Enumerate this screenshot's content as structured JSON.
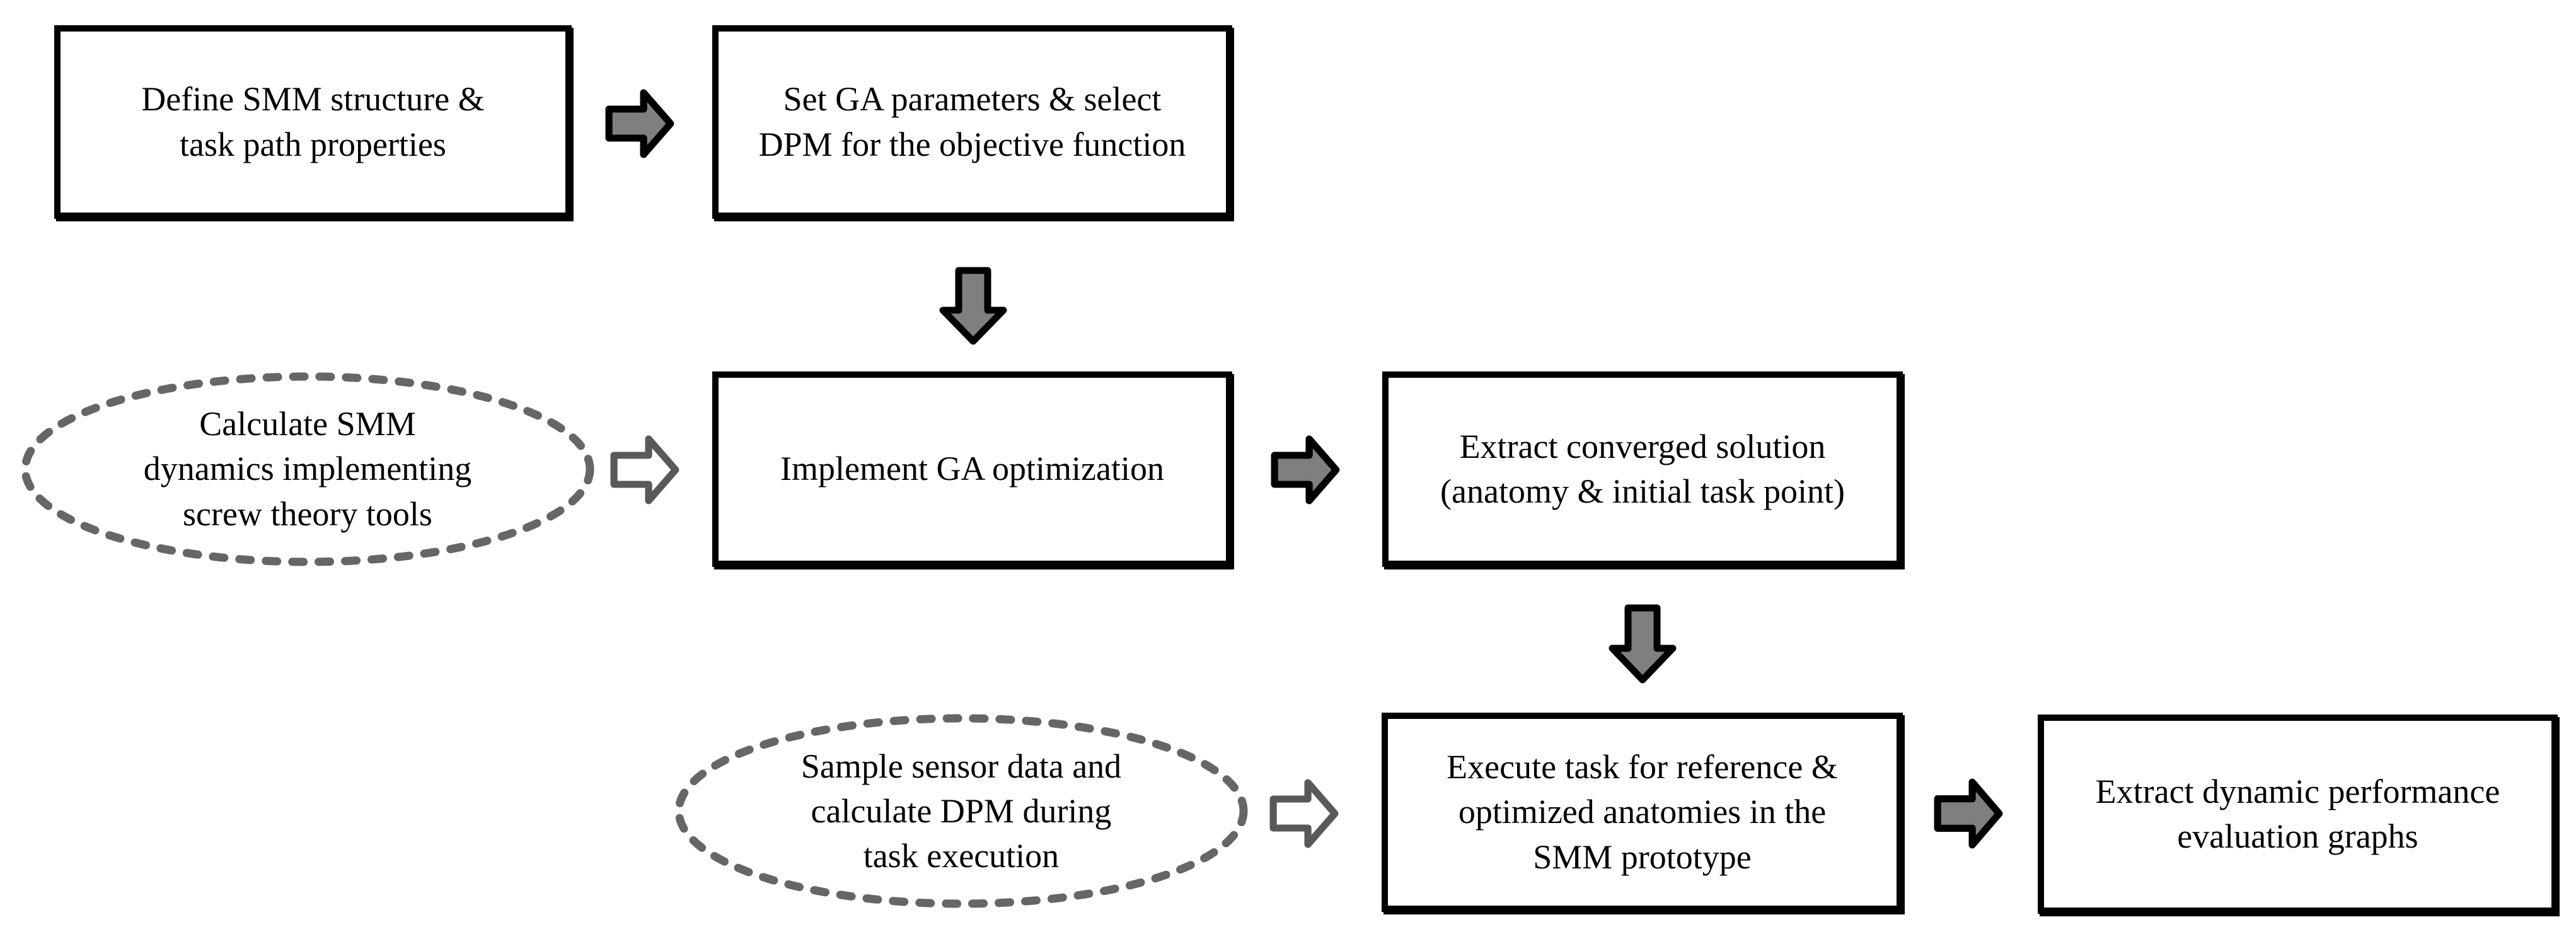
{
  "figure": {
    "title": "SMM optimization and evaluation flowchart",
    "background": "#ffffff",
    "colors": {
      "box_border": "#000000",
      "text": "#000000",
      "arrow_fill": "#7f7f7f",
      "arrow_outline": "#000000",
      "hollow_arrow_fill": "#ffffff",
      "hollow_arrow_outline": "#595959",
      "ellipse_dash": "#666666"
    },
    "nodes": {
      "box1": {
        "shape": "rectangle",
        "text": "Define SMM structure &\ntask path properties"
      },
      "box2": {
        "shape": "rectangle",
        "text": "Set GA parameters & select\nDPM for the objective function"
      },
      "ellipse1": {
        "shape": "dashed-ellipse",
        "text": "Calculate SMM\ndynamics implementing\nscrew theory tools"
      },
      "box3": {
        "shape": "rectangle",
        "text": "Implement GA optimization"
      },
      "box4": {
        "shape": "rectangle",
        "text": "Extract converged solution\n(anatomy & initial task point)"
      },
      "ellipse2": {
        "shape": "dashed-ellipse",
        "text": "Sample sensor data and\ncalculate DPM during\ntask execution"
      },
      "box5": {
        "shape": "rectangle",
        "text": "Execute task for reference &\noptimized anatomies in the\nSMM prototype"
      },
      "box6": {
        "shape": "rectangle",
        "text": "Extract dynamic performance\nevaluation graphs"
      }
    },
    "connectors": [
      {
        "type": "solid-right-arrow",
        "from": "box1",
        "to": "box2"
      },
      {
        "type": "solid-down-arrow",
        "from": "box2",
        "to": "box3"
      },
      {
        "type": "hollow-right-arrow",
        "from": "ellipse1",
        "to": "box3"
      },
      {
        "type": "solid-right-arrow",
        "from": "box3",
        "to": "box4"
      },
      {
        "type": "solid-down-arrow",
        "from": "box4",
        "to": "box5"
      },
      {
        "type": "hollow-right-arrow",
        "from": "ellipse2",
        "to": "box5"
      },
      {
        "type": "solid-right-arrow",
        "from": "box5",
        "to": "box6"
      }
    ]
  }
}
